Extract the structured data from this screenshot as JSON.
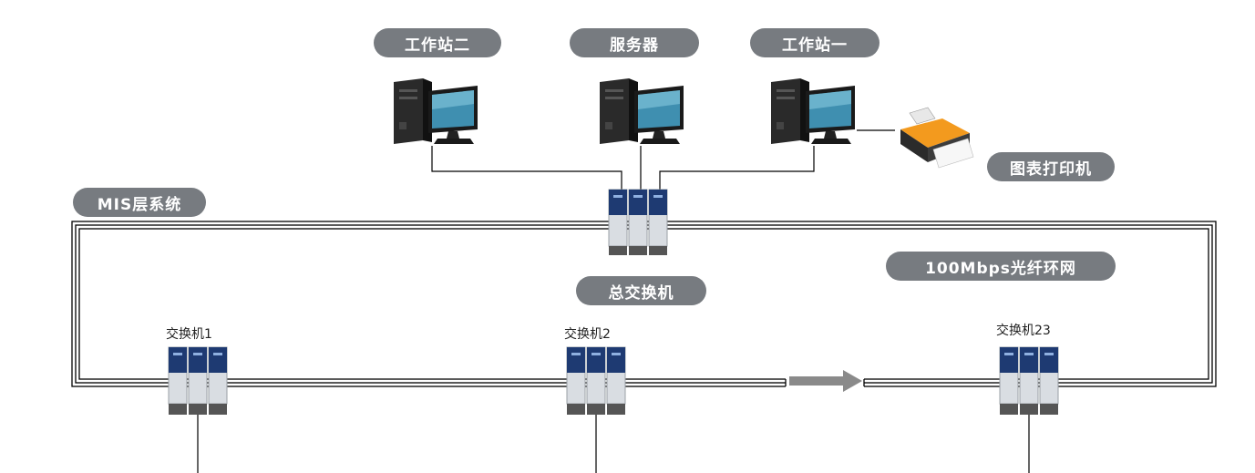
{
  "workstations": {
    "ws2": {
      "label": "工作站二"
    },
    "server": {
      "label": "服务器"
    },
    "ws1": {
      "label": "工作站一"
    }
  },
  "printer": {
    "label": "图表打印机"
  },
  "mis": {
    "label": "MIS层系统"
  },
  "network": {
    "label": "100Mbps光纤环网"
  },
  "core_switch": {
    "label": "总交换机"
  },
  "switches": [
    {
      "label": "交换机1"
    },
    {
      "label": "交换机2"
    },
    {
      "label": "交换机23"
    }
  ],
  "colors": {
    "pill": "#777b80",
    "switch_blue": "#1e3a72",
    "arrow": "#8a8a8a",
    "line": "#000000"
  }
}
